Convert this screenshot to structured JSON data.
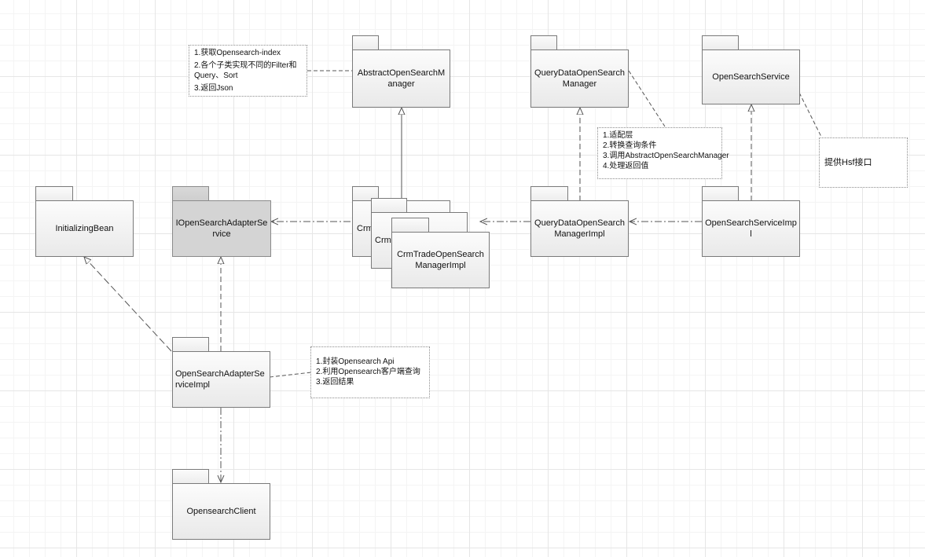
{
  "packages": {
    "abstract_manager": "AbstractOpenSearchManager",
    "query_manager": "QueryDataOpenSearchManager",
    "service": "OpenSearchService",
    "initializing_bean": "InitializingBean",
    "adapter_service": "IOpenSearchAdapterService",
    "crm_back_1": "Crm",
    "crm_back_2": "CrmT",
    "crm_trade_manager_impl": "CrmTradeOpenSearchManagerImpl",
    "query_manager_impl": "QueryDataOpenSearchManagerImpl",
    "service_impl": "OpenSearchServiceImpl",
    "adapter_service_impl": "OpenSearchAdapterServiceImpl",
    "opensearch_client": "OpensearchClient"
  },
  "notes": {
    "abstract_note": [
      "1.获取Opensearch-index",
      "2.各个子类实现不同的Filter和",
      "Query、Sort",
      "3.返回Json"
    ],
    "adapter_note": [
      "1.适配层",
      "2.转换查询条件",
      "3.调用AbstractOpenSearchManager",
      "4.处理返回值"
    ],
    "hsf_note": [
      "提供Hsf接口"
    ],
    "client_note": [
      "1.封装Opensearch Api",
      "2.利用Opensearch客户端查询",
      "3.返回结果"
    ]
  }
}
